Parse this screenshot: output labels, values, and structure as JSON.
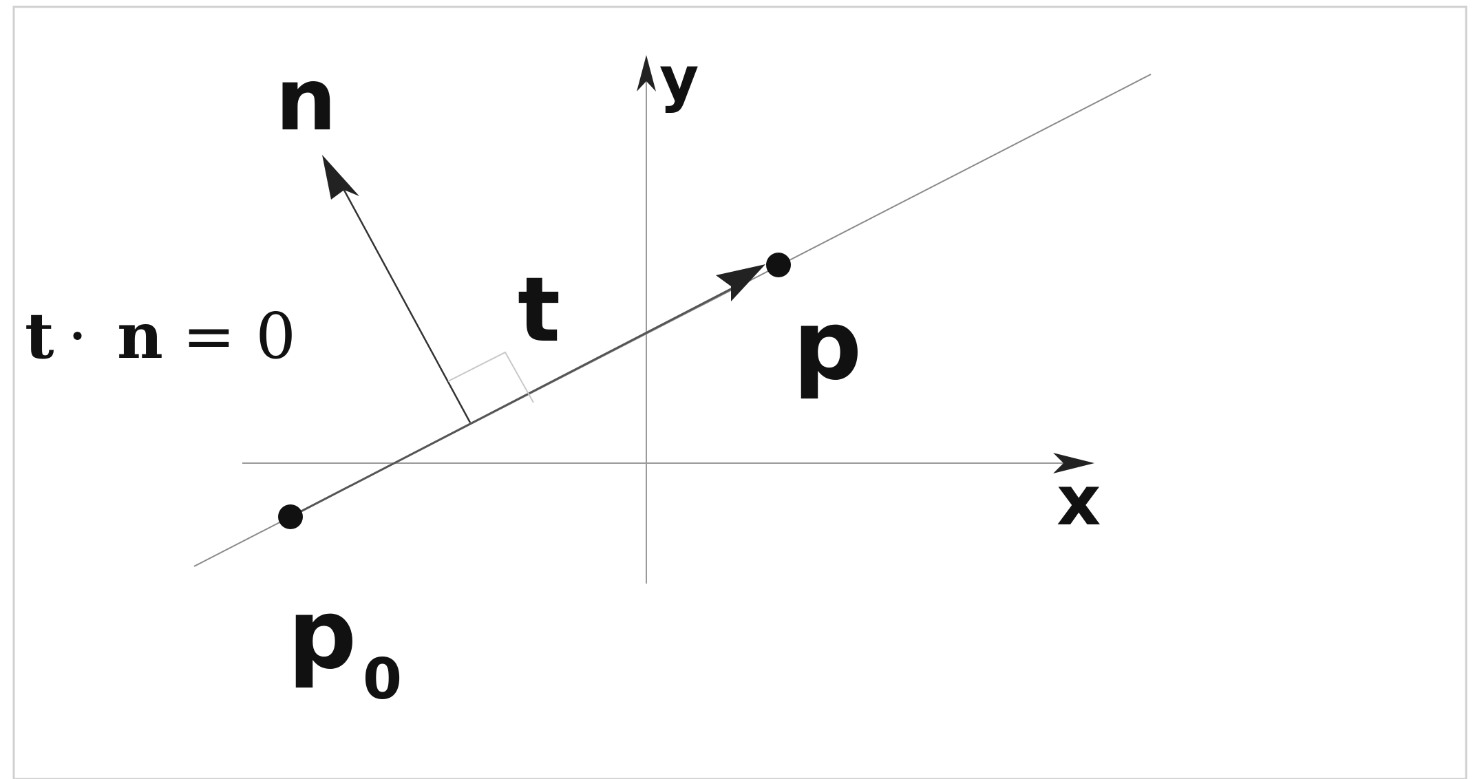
{
  "labels": {
    "normal": "n",
    "tangent": "t",
    "point": "p",
    "origin_point_base": "p",
    "origin_point_subscript": "0",
    "x_axis": "x",
    "y_axis": "y",
    "equation_t": "t",
    "equation_dot": "·",
    "equation_n": "n",
    "equation_rest": "= 0"
  },
  "colors": {
    "background": "#ffffff",
    "border": "#d0d0d0",
    "axis": "#9a9a9a",
    "line": "#8a8a8a",
    "vector": "#222222",
    "right_angle": "#c8c8c8",
    "text": "#111111"
  }
}
